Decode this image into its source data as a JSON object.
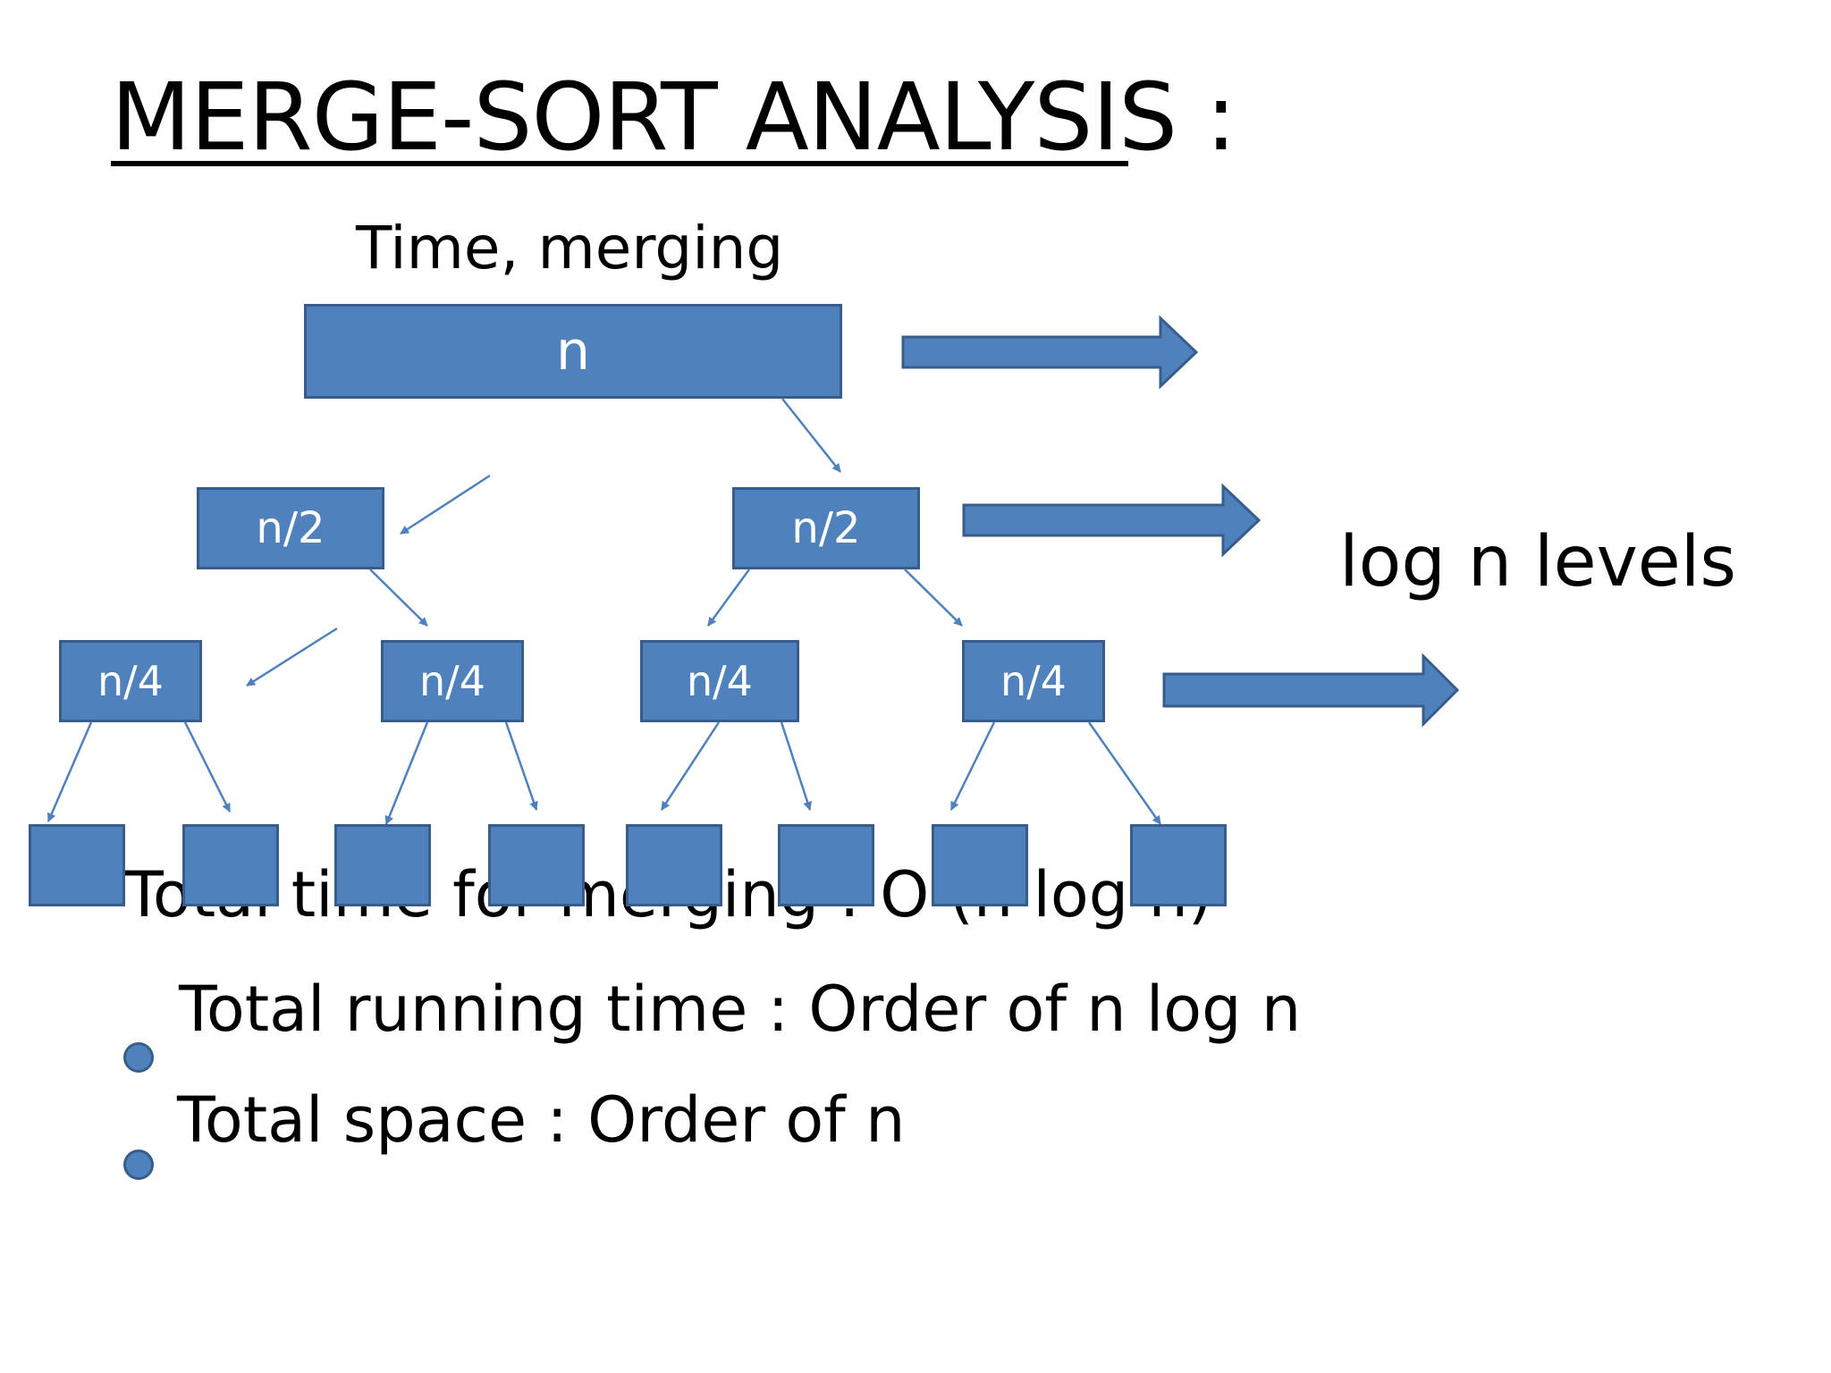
{
  "title": "MERGE-SORT ANALYSIS :",
  "subtitle": "Time, merging",
  "levels_label": "log n levels",
  "tree": {
    "root": "n",
    "level1": [
      "n/2",
      "n/2"
    ],
    "level2": [
      "n/4",
      "n/4",
      "n/4",
      "n/4"
    ]
  },
  "total_merging_text": "Total time for merging : O (n log n)",
  "bullets": [
    "Total    running  time : Order of n log n",
    "Total space : Order of n"
  ],
  "colors": {
    "box_fill": "#4f81bd",
    "box_border": "#385d8a",
    "text": "#000000"
  }
}
